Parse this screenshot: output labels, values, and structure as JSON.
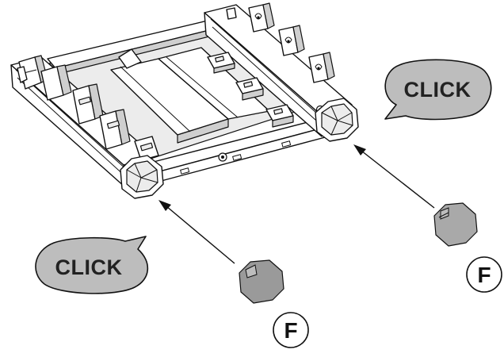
{
  "callouts": {
    "click_right": "CLICK",
    "click_left": "CLICK"
  },
  "parts": {
    "cap_right_label": "F",
    "cap_left_label": "F"
  },
  "colors": {
    "bubble_fill": "#bdbdbd",
    "cap_fill": "#9a9a9a",
    "line": "#111111"
  }
}
